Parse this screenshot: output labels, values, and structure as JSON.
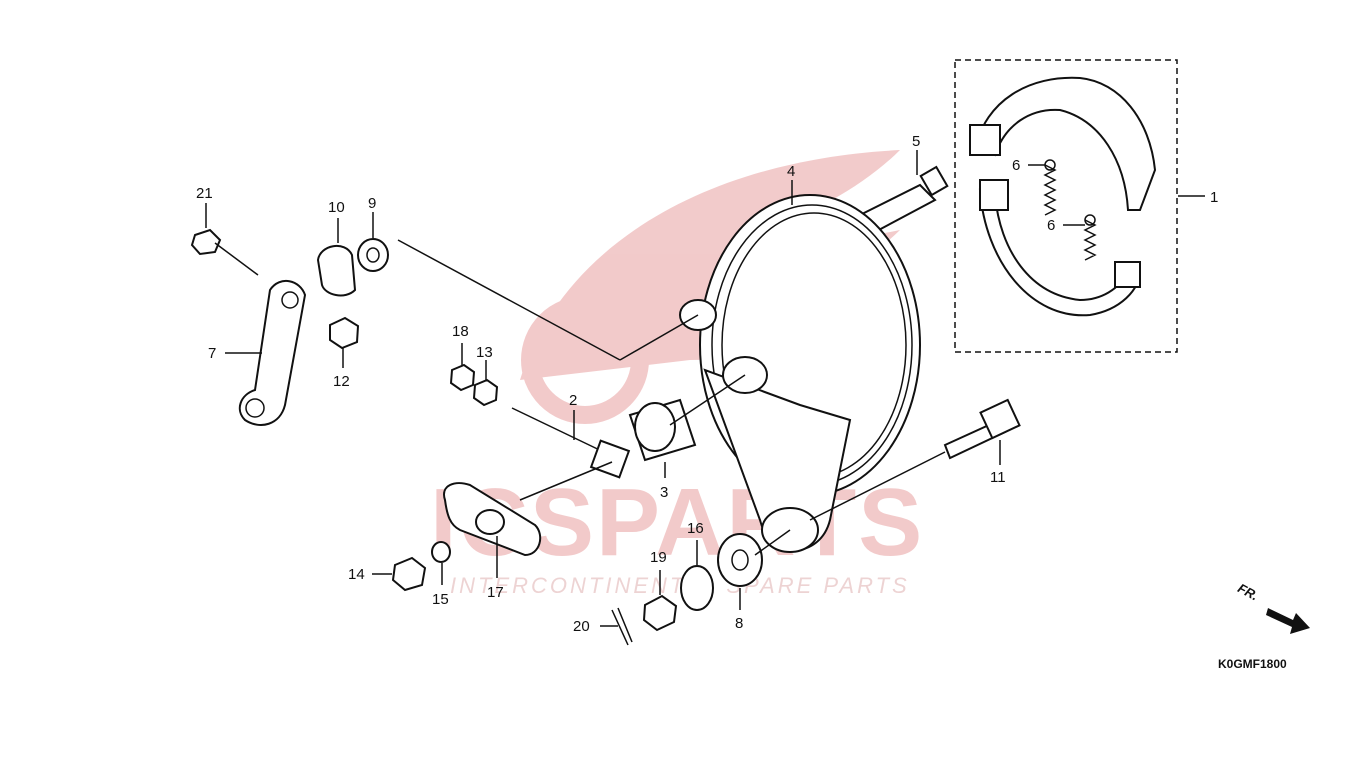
{
  "watermark": {
    "brand": "ICSPARTS",
    "tagline": "INTERCONTINENTAL SPARE PARTS",
    "colors": {
      "red": "#e8a0a0",
      "grey": "#d8d8d8"
    }
  },
  "diagram_code": "K0GMF1800",
  "direction_label": "FR.",
  "callouts": [
    "1",
    "2",
    "3",
    "4",
    "5",
    "6",
    "6",
    "7",
    "8",
    "9",
    "10",
    "11",
    "12",
    "13",
    "14",
    "15",
    "16",
    "17",
    "18",
    "19",
    "20",
    "21"
  ]
}
